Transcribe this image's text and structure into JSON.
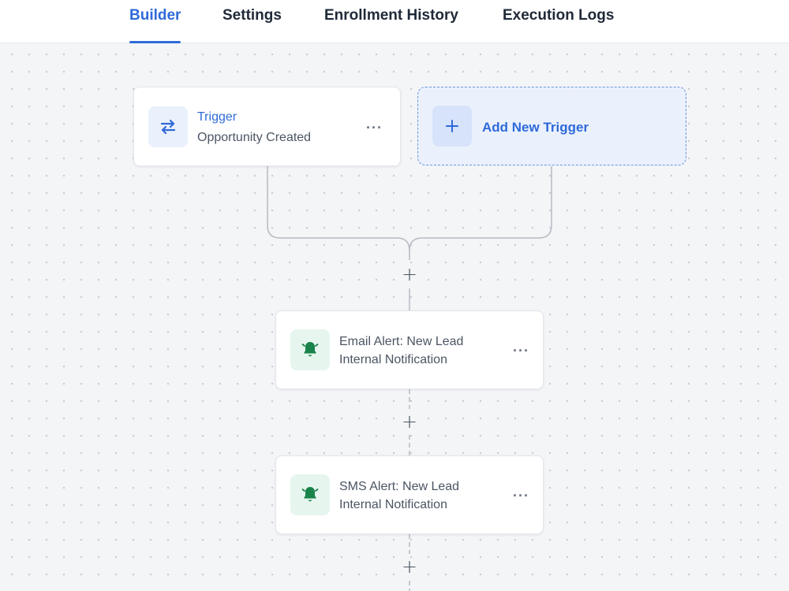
{
  "tabs": [
    {
      "label": "Builder",
      "active": true
    },
    {
      "label": "Settings",
      "active": false
    },
    {
      "label": "Enrollment History",
      "active": false
    },
    {
      "label": "Execution Logs",
      "active": false
    }
  ],
  "trigger": {
    "title": "Trigger",
    "subtitle": "Opportunity Created",
    "icon": "swap-arrows-icon",
    "menu": "···"
  },
  "add_trigger": {
    "label": "Add New Trigger",
    "icon": "plus-icon"
  },
  "actions": [
    {
      "title": "Email Alert: New Lead",
      "subtitle": "Internal Notification",
      "icon": "bell-icon",
      "menu": "···"
    },
    {
      "title": "SMS Alert: New Lead",
      "subtitle": "Internal Notification",
      "icon": "bell-icon",
      "menu": "···"
    }
  ],
  "add_step_symbol": "+",
  "colors": {
    "accent": "#2f6ad9",
    "bell": "#18834a",
    "canvas": "#f4f5f7"
  }
}
